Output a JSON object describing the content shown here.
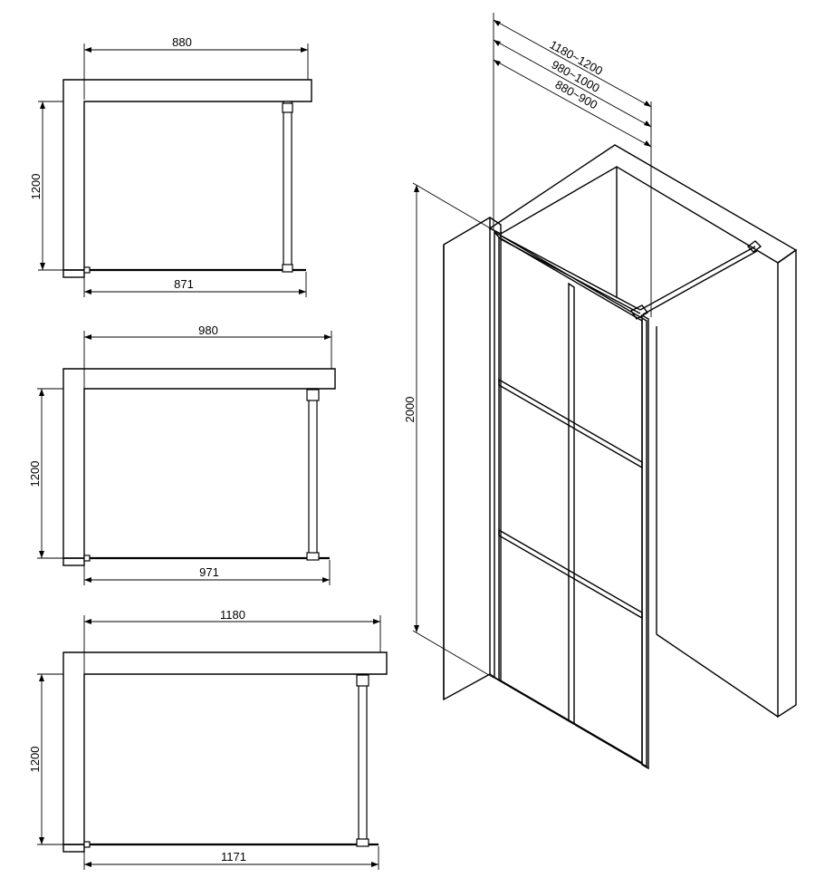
{
  "diagram": {
    "plan_top": {
      "width_label": "880",
      "depth_label": "1200",
      "inner_label": "871"
    },
    "plan_middle": {
      "width_label": "980",
      "depth_label": "1200",
      "inner_label": "971"
    },
    "plan_bottom": {
      "width_label": "1180",
      "depth_label": "1200",
      "inner_label": "1171"
    },
    "iso_view": {
      "width_labels": [
        "1180~1200",
        "980~1000",
        "880~900"
      ],
      "height_label": "2000"
    }
  }
}
